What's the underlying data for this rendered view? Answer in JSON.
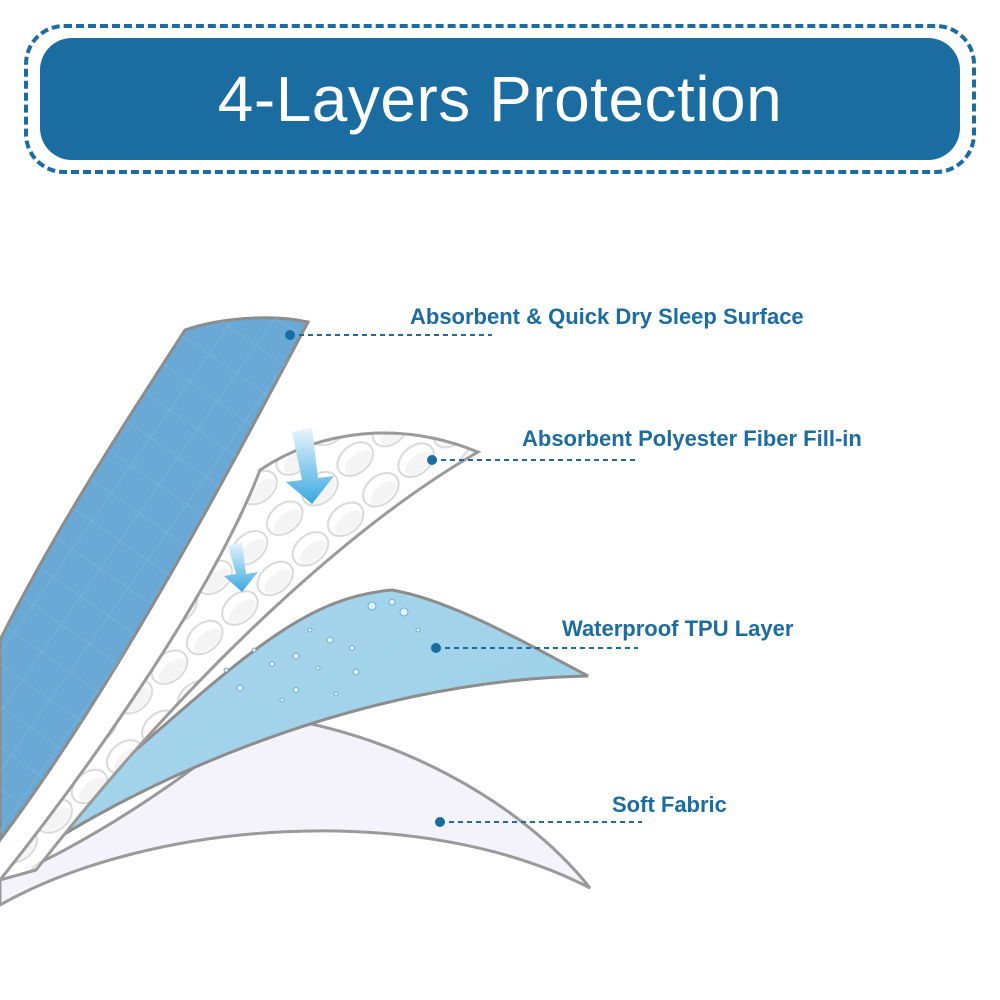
{
  "banner": {
    "title": "4-Layers Protection"
  },
  "layers": [
    {
      "label": "Absorbent & Quick Dry Sleep Surface"
    },
    {
      "label": "Absorbent Polyester Fiber Fill-in"
    },
    {
      "label": "Waterproof TPU Layer"
    },
    {
      "label": "Soft Fabric"
    }
  ],
  "colors": {
    "accent": "#1b6ca1",
    "surface_layer": "#6aa9d6",
    "tpu_layer": "#a6d5eb",
    "fabric_layer": "#f3f2fb",
    "arrow": "#4fb4e6"
  }
}
